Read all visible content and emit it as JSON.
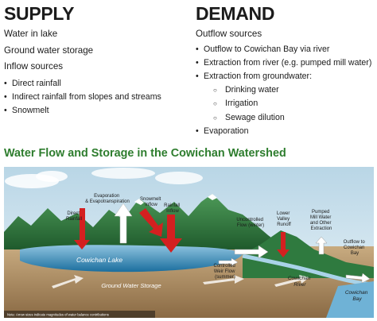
{
  "supply": {
    "title": "SUPPLY",
    "items": [
      "Water in lake",
      "Ground water storage",
      "Inflow sources"
    ],
    "inflow_sources": [
      "Direct rainfall",
      "Indirect rainfall from slopes and streams",
      "Snowmelt"
    ]
  },
  "demand": {
    "title": "DEMAND",
    "outflow_heading": "Outflow sources",
    "outflows": [
      "Outflow to Cowichan Bay via river",
      "Extraction from river (e.g. pumped mill water)",
      "Extraction from groundwater:"
    ],
    "groundwater_uses": [
      "Drinking water",
      "Irrigation",
      "Sewage dilution"
    ],
    "last_outflow": "Evaporation"
  },
  "figure": {
    "title": "Water Flow and Storage in the Cowichan Watershed",
    "labels": {
      "direct_rainfall": [
        "Direct",
        "Rainfall"
      ],
      "evaporation": [
        "Evaporation",
        "& Evapotranspiration"
      ],
      "snowmelt": [
        "Snowmelt",
        "Inflow"
      ],
      "rainfall_inflow": [
        "Rainfall",
        "Inflow"
      ],
      "uncontrolled_flow": [
        "Uncontrolled",
        "Flow (winter)"
      ],
      "lower_valley": [
        "Lower",
        "Valley",
        "Runoff"
      ],
      "pumped_mill": [
        "Pumped",
        "Mill Water",
        "and Other",
        "Extraction"
      ],
      "outflow_bay": [
        "Outflow to",
        "Cowichan",
        "Bay"
      ],
      "controlled_weir": [
        "Controlled",
        "Weir Flow",
        "(summer)"
      ],
      "cowichan_lake": "Cowichan Lake",
      "ground_water_storage": "Ground Water Storage",
      "cowichan_river": [
        "Cowichan",
        "River"
      ],
      "cowichan_bay": [
        "Cowichan",
        "Bay"
      ],
      "note": "Note: Arrow sizes indicate magnitudes of water balance contributions"
    },
    "colors": {
      "title": "#2e7d2e",
      "sky": "#cfe4ef",
      "mountain": "#2f7a3f",
      "lake": "#1b6e9e",
      "ground": "#b89a6e",
      "inflow_arrow": "#d42020",
      "evap_arrow": "#ffffff"
    }
  }
}
